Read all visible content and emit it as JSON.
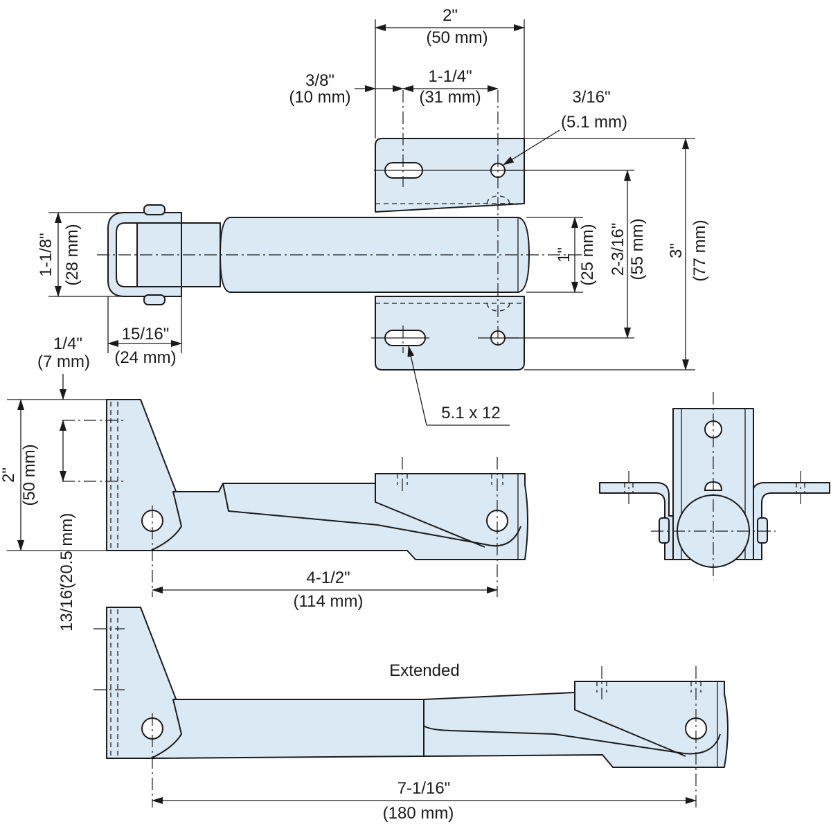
{
  "drawing": {
    "labels": {
      "top_width_in": "2\"",
      "top_width_mm": "(50 mm)",
      "offset_in": "3/8\"",
      "offset_mm": "(10 mm)",
      "pitch_in": "1-1/4\"",
      "pitch_mm": "(31 mm)",
      "hole_dia_in": "3/16\"",
      "hole_dia_mm": "(5.1 mm)",
      "loop_h_in": "1-1/8\"",
      "loop_h_mm": "(28 mm)",
      "body_h_in": "1\"",
      "body_h_mm": "(25 mm)",
      "hole_span_in": "2-3/16\"",
      "hole_span_mm": "(55 mm)",
      "overall_h_in": "3\"",
      "overall_h_mm": "(77 mm)",
      "loop_w_in": "15/16\"",
      "loop_w_mm": "(24 mm)",
      "slot_size": "5.1 x 12",
      "top_gap_in": "1/4\"",
      "top_gap_mm": "(7 mm)",
      "side_h_in": "2\"",
      "side_h_mm": "(50 mm)",
      "side_hole_in": "13/16\"",
      "side_hole_mm": "(20.5 mm)",
      "closed_len_in": "4-1/2\"",
      "closed_len_mm": "(114 mm)",
      "extended_title": "Extended",
      "ext_len_in": "7-1/16\"",
      "ext_len_mm": "(180 mm)"
    },
    "colors": {
      "fill": "#dbe9f5",
      "line": "#1a1a1a"
    }
  }
}
